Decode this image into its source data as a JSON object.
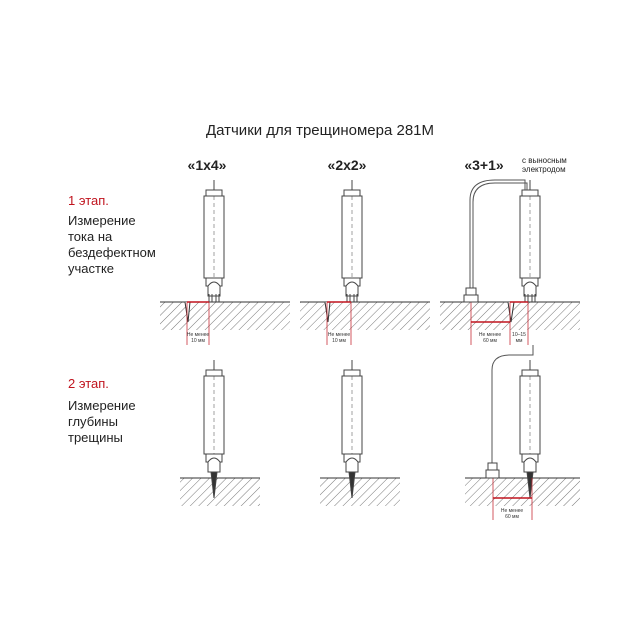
{
  "title": "Датчики для трещиномера 281М",
  "columns": [
    {
      "label": "«1x4»"
    },
    {
      "label": "«2x2»"
    },
    {
      "label": "«3+1»",
      "note_line1": "с выносным",
      "note_line2": "электродом"
    }
  ],
  "stages": [
    {
      "label": "1 этап.",
      "lines": [
        "Измерение",
        "тока на",
        "бездефектном",
        "участке"
      ]
    },
    {
      "label": "2 этап.",
      "lines": [
        "Измерение",
        "глубины",
        "трещины"
      ]
    }
  ],
  "dimensions": {
    "min10_line1": "Не менее",
    "min10_line2": "10 мм",
    "min60_line1": "Не менее",
    "min60_line2": "60 мм",
    "range_line1": "10–15",
    "range_line2": "мм"
  },
  "colors": {
    "accent": "#c0141e",
    "line": "#333333",
    "dim": "#c0141e"
  }
}
